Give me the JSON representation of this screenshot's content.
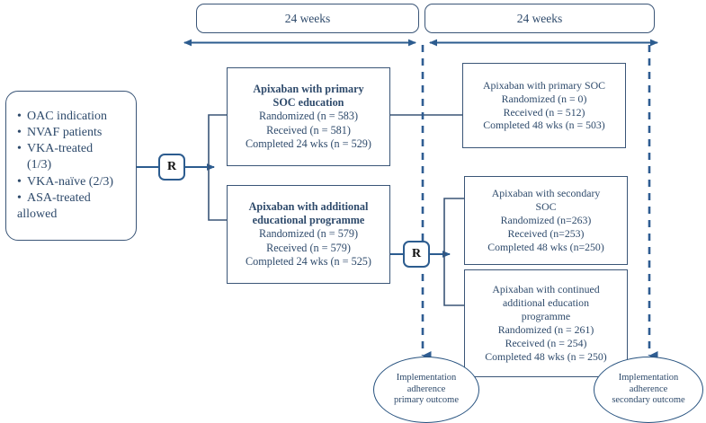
{
  "diagram": {
    "title": "Apixaban implementation study CONSORT-style flow diagram",
    "colors": {
      "line": "#3a5577",
      "accent": "#2c5c8f",
      "text": "#2e4a6b",
      "dashed": "#2f5d92",
      "background": "#ffffff"
    }
  },
  "phases": {
    "period1": "24 weeks",
    "period2": "24 weeks"
  },
  "eligibility": {
    "items": [
      "OAC indication",
      "NVAF patients",
      "VKA-treated",
      "(1/3)",
      "VKA-naïve (2/3)",
      "ASA-treated",
      "allowed"
    ]
  },
  "randomization": {
    "first": "R",
    "second": "R"
  },
  "arms": {
    "primary_soc_education": {
      "title_line1": "Apixaban with primary",
      "title_line2": "SOC education",
      "randomized": "Randomized (n = 583)",
      "received": "Received (n = 581)",
      "completed": "Completed 24 wks (n = 529)"
    },
    "additional_education": {
      "title_line1": "Apixaban with additional",
      "title_line2": "educational programme",
      "randomized": "Randomized (n = 579)",
      "received": "Received (n = 579)",
      "completed": "Completed 24 wks (n = 525)"
    },
    "primary_soc_continued": {
      "title_line1": "Apixaban with primary SOC",
      "randomized": "Randomized (n = 0)",
      "received": "Received (n = 512)",
      "completed": "Completed 48 wks (n = 503)"
    },
    "secondary_soc": {
      "title_line1": "Apixaban with secondary",
      "title_line2": "SOC",
      "randomized": "Randomized (n=263)",
      "received": "Received (n=253)",
      "completed": "Completed 48 wks (n=250)"
    },
    "continued_additional_education": {
      "title_line1": "Apixaban with continued",
      "title_line2": "additional education",
      "title_line3": "programme",
      "randomized": "Randomized (n = 261)",
      "received": "Received (n = 254)",
      "completed": "Completed 48 wks (n = 250)"
    }
  },
  "outcomes": {
    "primary": {
      "line1": "Implementation",
      "line2": "adherence",
      "line3": "primary outcome"
    },
    "secondary": {
      "line1": "Implementation",
      "line2": "adherence",
      "line3": "secondary outcome"
    }
  }
}
